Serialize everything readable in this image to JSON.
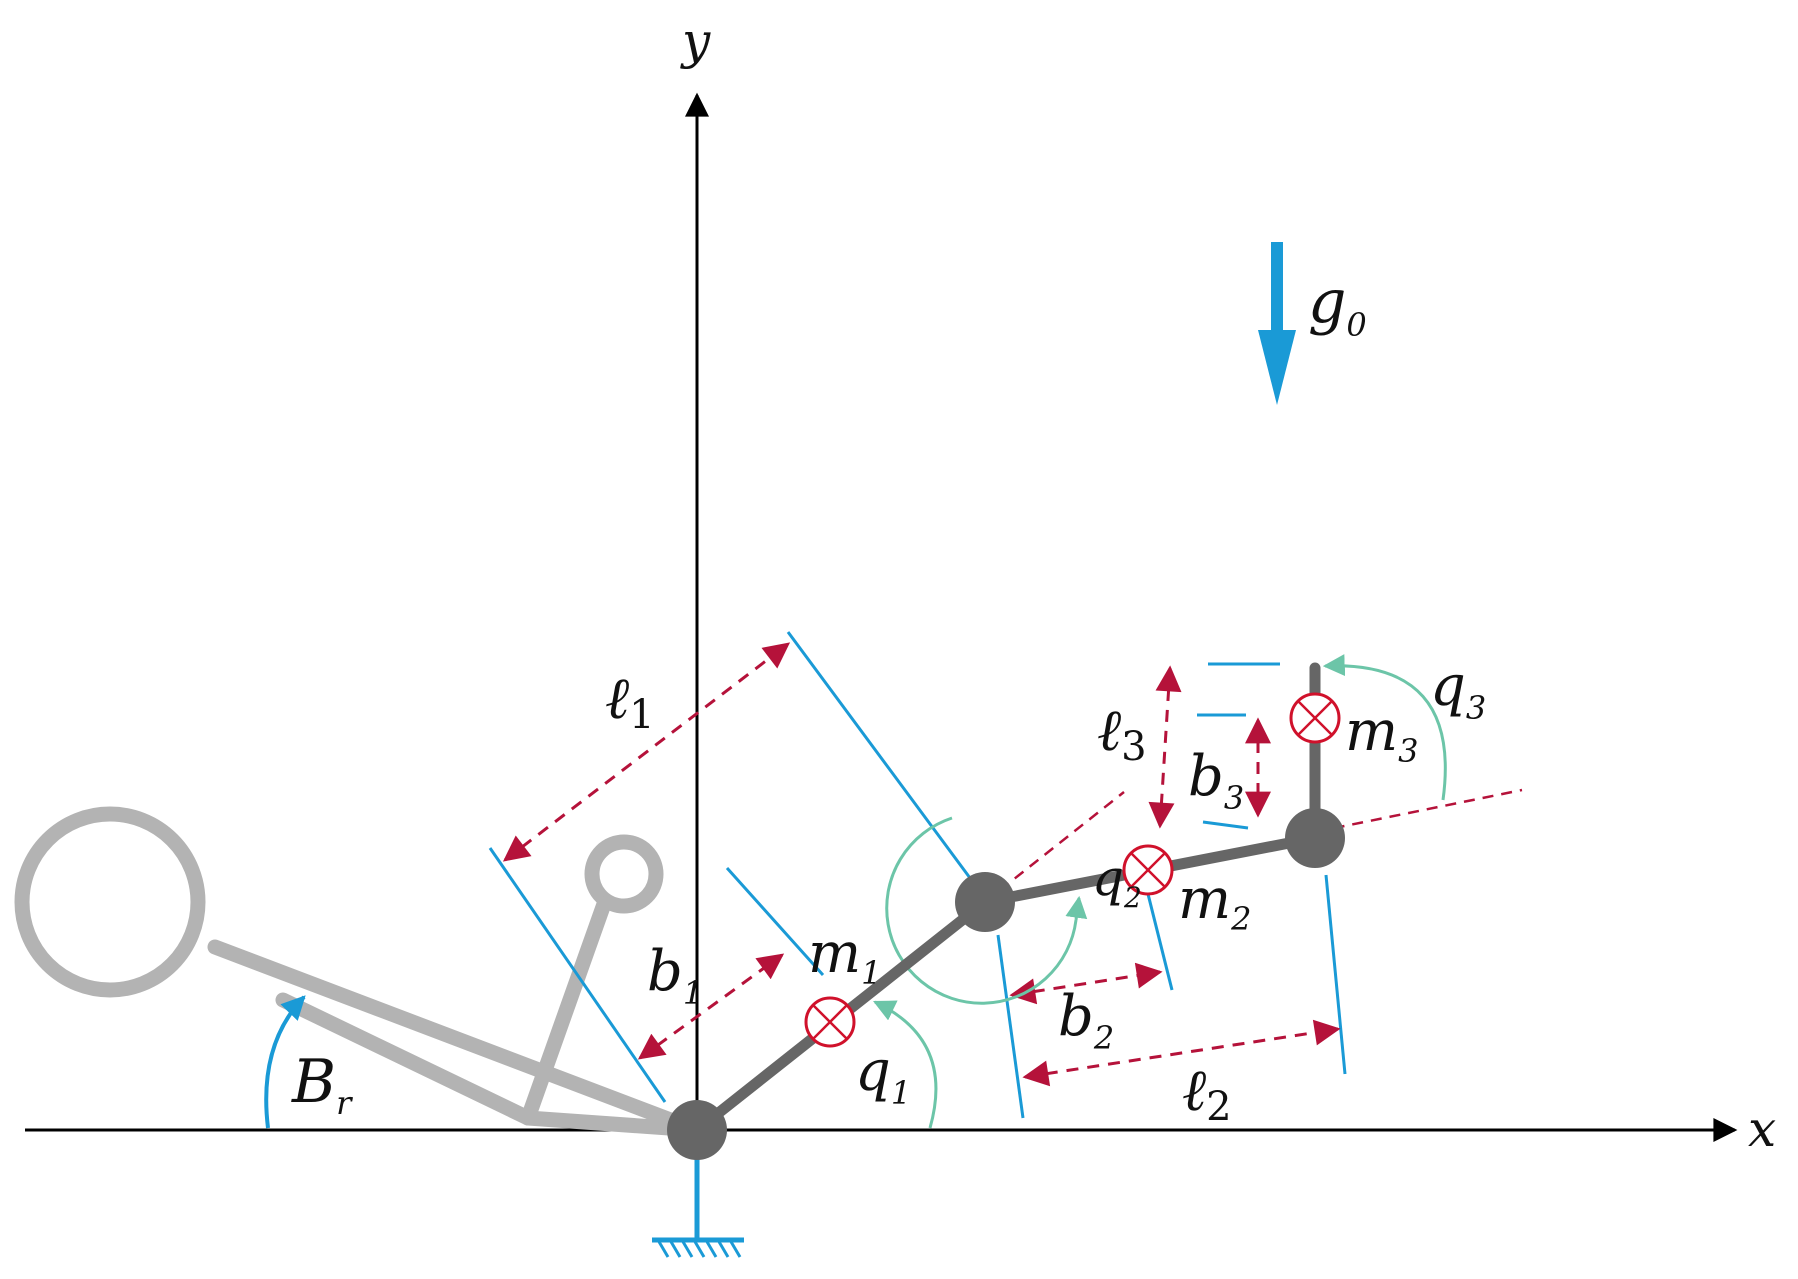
{
  "colors": {
    "axis": "#000000",
    "link": "#666666",
    "joint": "#666666",
    "ghost": "#b3b3b3",
    "ground": "#1a9ad6",
    "dimension": "#b5123a",
    "extension": "#1a9ad6",
    "angle": "#6cc5a8",
    "gravity": "#1a9ad6",
    "mass_marker": "#d0112b"
  },
  "axes": {
    "x": "x",
    "y": "y"
  },
  "gravity": {
    "symbol": "g",
    "subscript": "0"
  },
  "masses": [
    {
      "symbol": "m",
      "subscript": "1"
    },
    {
      "symbol": "m",
      "subscript": "2"
    },
    {
      "symbol": "m",
      "subscript": "3"
    }
  ],
  "lengths": [
    {
      "symbol": "ℓ",
      "subscript": "1"
    },
    {
      "symbol": "ℓ",
      "subscript": "2"
    },
    {
      "symbol": "ℓ",
      "subscript": "3"
    }
  ],
  "com_offsets": [
    {
      "symbol": "b",
      "subscript": "1"
    },
    {
      "symbol": "b",
      "subscript": "2"
    },
    {
      "symbol": "b",
      "subscript": "3"
    }
  ],
  "joint_angles": [
    {
      "symbol": "q",
      "subscript": "1"
    },
    {
      "symbol": "q",
      "subscript": "2"
    },
    {
      "symbol": "q",
      "subscript": "3"
    }
  ],
  "rest_angle": {
    "symbol": "B",
    "subscript": "r"
  },
  "icons": {
    "mass": "mass-marker-icon",
    "ground": "ground-hatch-icon",
    "joint": "revolute-joint-icon"
  }
}
